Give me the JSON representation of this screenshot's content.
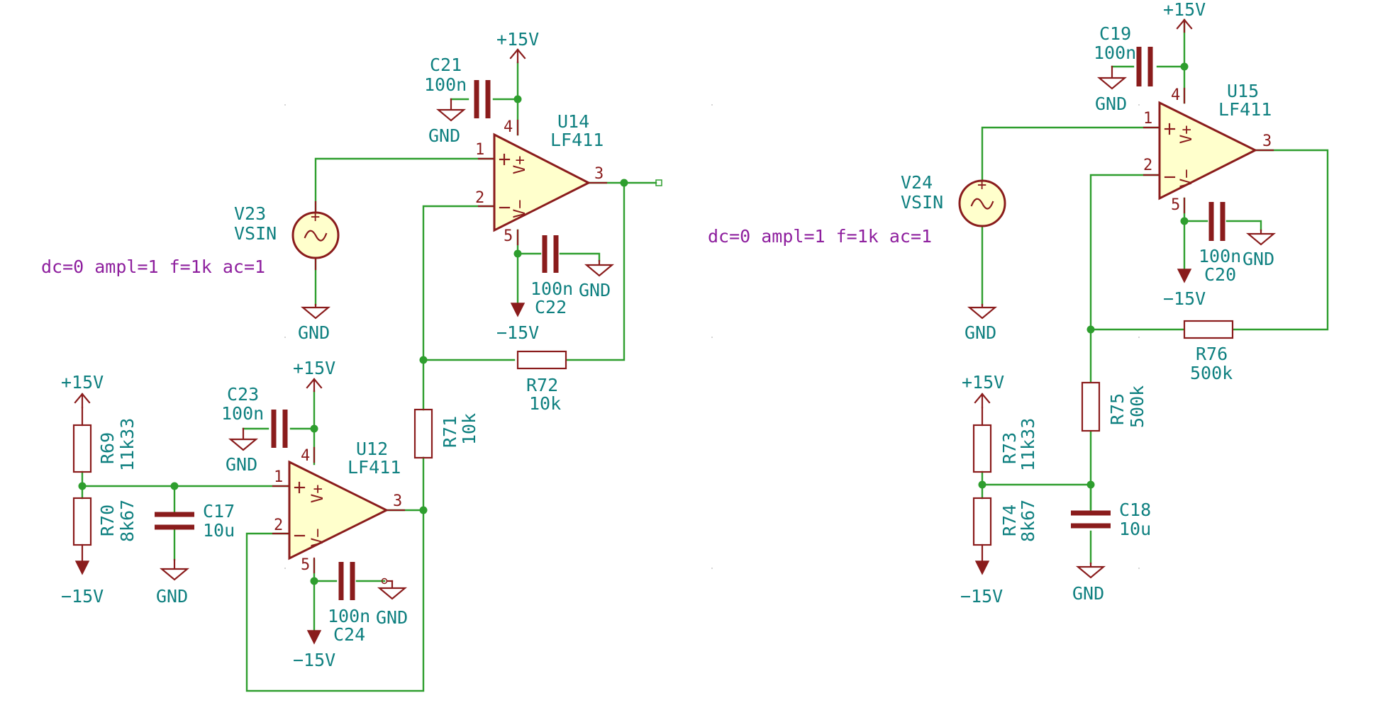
{
  "colors": {
    "wire": "#2e9e2e",
    "component": "#8a1c1c",
    "component_fill": "#ffffcc",
    "label": "#0f8080",
    "sim_text": "#8e1f9e",
    "background": "#ffffff"
  },
  "power": {
    "plus15": "+15V",
    "minus15": "−15V",
    "gnd": "GND"
  },
  "left": {
    "u14": {
      "ref": "U14",
      "value": "LF411"
    },
    "u12": {
      "ref": "U12",
      "value": "LF411"
    },
    "c21": {
      "ref": "C21",
      "value": "100n"
    },
    "c22": {
      "ref": "C22",
      "value": "100n"
    },
    "c23": {
      "ref": "C23",
      "value": "100n"
    },
    "c24": {
      "ref": "C24",
      "value": "100n"
    },
    "c17": {
      "ref": "C17",
      "value": "10u"
    },
    "r69": {
      "ref": "R69",
      "value": "11k33"
    },
    "r70": {
      "ref": "R70",
      "value": "8k67"
    },
    "r71": {
      "ref": "R71",
      "value": "10k"
    },
    "r72": {
      "ref": "R72",
      "value": "10k"
    },
    "v23": {
      "ref": "V23",
      "value": "VSIN"
    },
    "sim": "dc=0 ampl=1 f=1k ac=1"
  },
  "right": {
    "u15": {
      "ref": "U15",
      "value": "LF411"
    },
    "c19": {
      "ref": "C19",
      "value": "100n"
    },
    "c20": {
      "ref": "C20",
      "value": "100n"
    },
    "c18": {
      "ref": "C18",
      "value": "10u"
    },
    "r73": {
      "ref": "R73",
      "value": "11k33"
    },
    "r74": {
      "ref": "R74",
      "value": "8k67"
    },
    "r75": {
      "ref": "R75",
      "value": "500k"
    },
    "r76": {
      "ref": "R76",
      "value": "500k"
    },
    "v24": {
      "ref": "V24",
      "value": "VSIN"
    },
    "sim": "dc=0 ampl=1 f=1k ac=1"
  },
  "pins": {
    "noninv": "1",
    "inv": "2",
    "out": "3",
    "vplus": "4",
    "vminus": "5",
    "plus_sign": "+",
    "minus_sign": "−",
    "vplus_label": "V+",
    "vminus_label": "V−"
  }
}
